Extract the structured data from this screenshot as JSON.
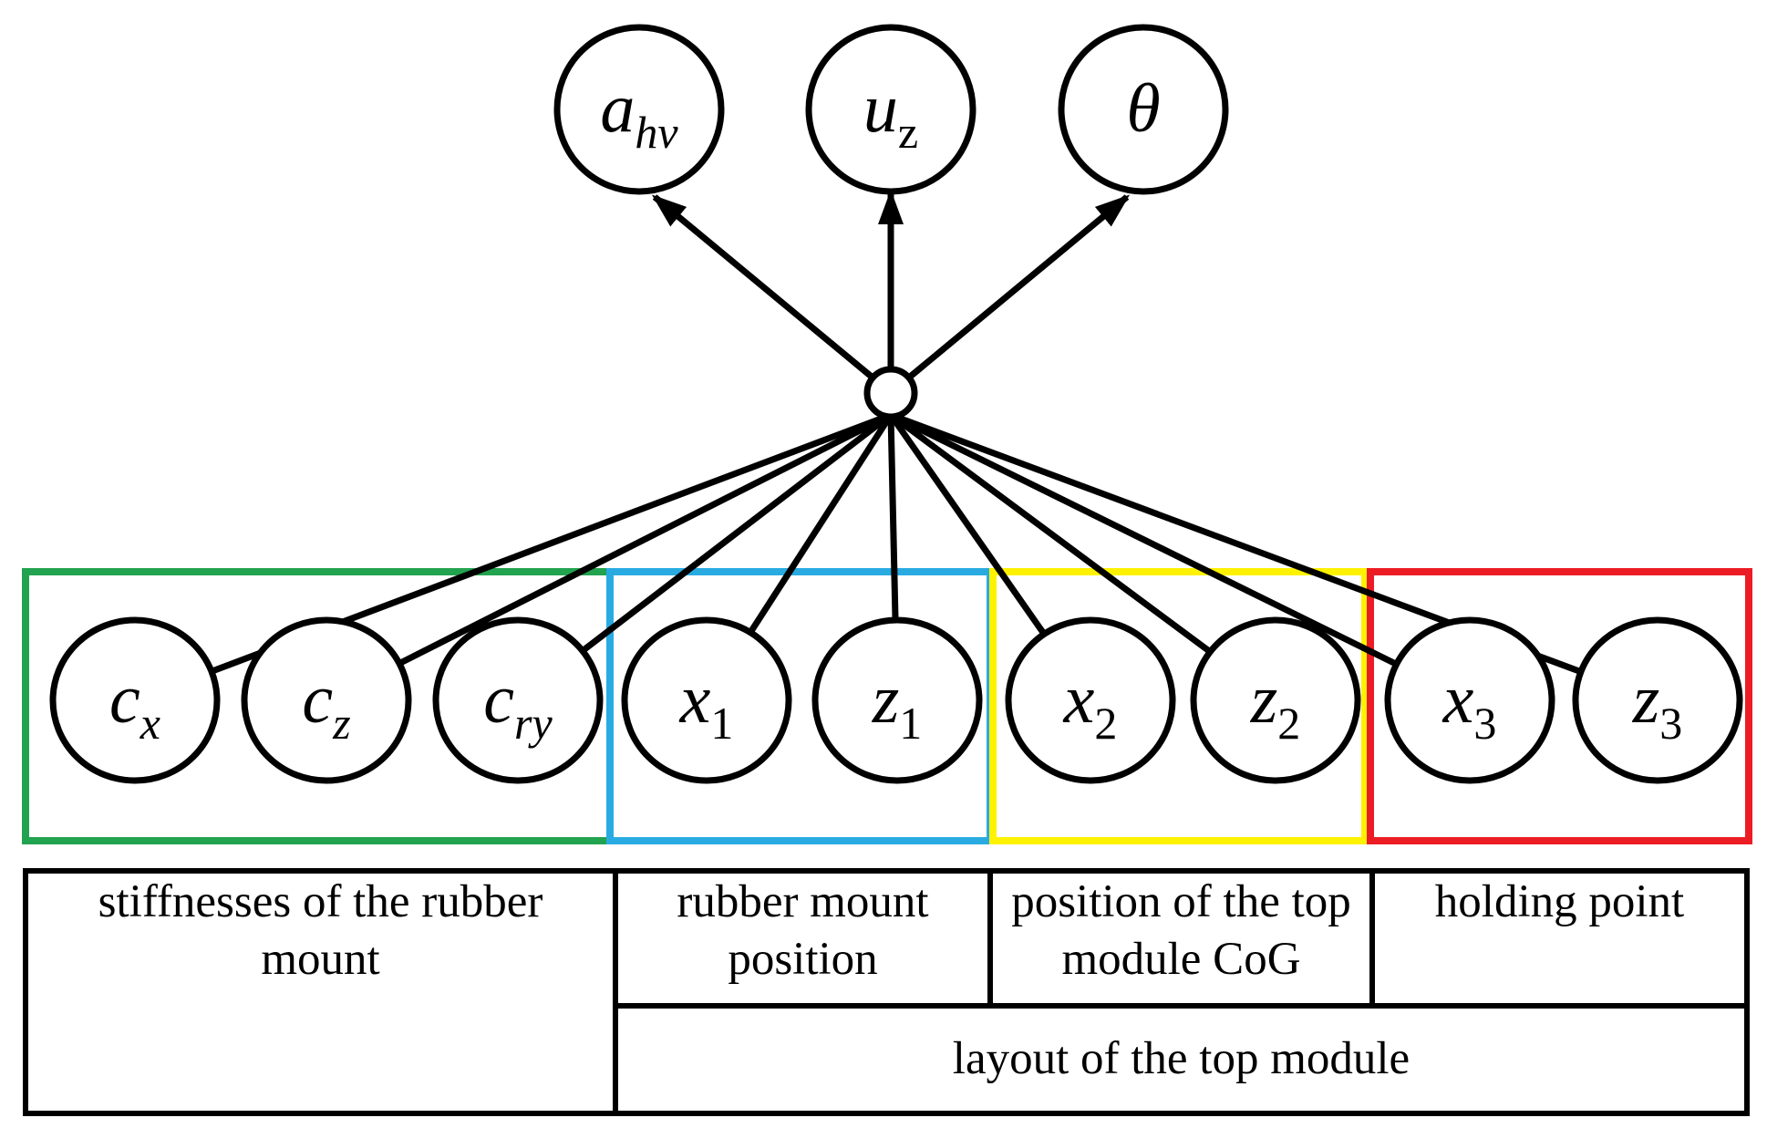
{
  "diagram": {
    "output_nodes": [
      {
        "id": "a_hv",
        "main": "a",
        "sub": "hv"
      },
      {
        "id": "u_z",
        "main": "u",
        "sub": "z"
      },
      {
        "id": "theta",
        "main": "θ",
        "sub": ""
      }
    ],
    "input_nodes": [
      {
        "id": "c_x",
        "main": "c",
        "sub": "x"
      },
      {
        "id": "c_z",
        "main": "c",
        "sub": "z"
      },
      {
        "id": "c_ry",
        "main": "c",
        "sub": "ry"
      },
      {
        "id": "x_1",
        "main": "x",
        "sub": "1"
      },
      {
        "id": "z_1",
        "main": "z",
        "sub": "1"
      },
      {
        "id": "x_2",
        "main": "x",
        "sub": "2"
      },
      {
        "id": "z_2",
        "main": "z",
        "sub": "2"
      },
      {
        "id": "x_3",
        "main": "x",
        "sub": "3"
      },
      {
        "id": "z_3",
        "main": "z",
        "sub": "3"
      }
    ],
    "groups": {
      "stiffness": {
        "label": "stiffnesses of the rubber mount",
        "color": "#22a34f"
      },
      "mount_position": {
        "label": "rubber mount position",
        "color": "#29abe2"
      },
      "cog": {
        "label": "position of the top module CoG",
        "color": "#fff200"
      },
      "holding_point": {
        "label": "holding point",
        "color": "#ec1c24"
      }
    },
    "table": {
      "stiffness_label": "stiffnesses of the rubber mount",
      "mount_position_label": "rubber mount position",
      "cog_label": "position of the top module CoG",
      "holding_label": "holding point",
      "layout_label": "layout of the top module"
    }
  }
}
